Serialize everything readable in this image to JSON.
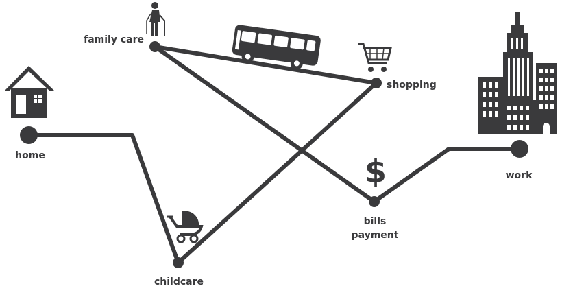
{
  "colors": {
    "ink": "#3a3a3c",
    "background": "#ffffff"
  },
  "nodes": [
    {
      "id": "home",
      "label": "home",
      "icon": "house-icon"
    },
    {
      "id": "family-care",
      "label": "family care",
      "icon": "elderly-person-icon"
    },
    {
      "id": "childcare",
      "label": "childcare",
      "icon": "baby-stroller-icon"
    },
    {
      "id": "shopping",
      "label": "shopping",
      "icon": "shopping-cart-icon"
    },
    {
      "id": "bills",
      "label_line1": "bills",
      "label_line2": "payment",
      "icon": "dollar-sign-icon"
    },
    {
      "id": "work",
      "label": "work",
      "icon": "city-buildings-icon"
    }
  ],
  "decorations": {
    "transport": "bus-icon"
  }
}
